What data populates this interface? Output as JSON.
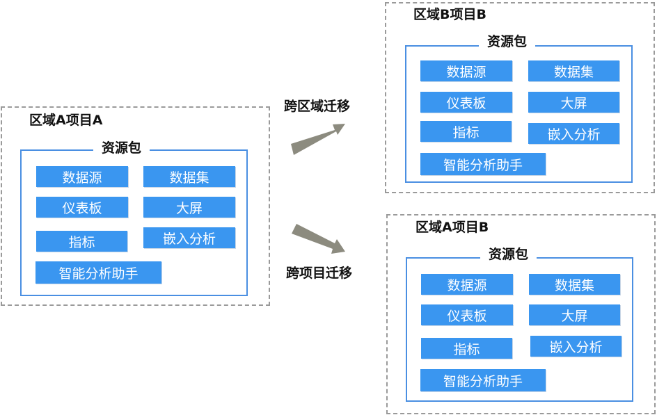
{
  "colors": {
    "tile_fill": "#3a96f0",
    "package_border": "#4a8fe2",
    "region_border": "#9a9a9a",
    "arrow": "#8c8b7f"
  },
  "source": {
    "title": "区域A项目A",
    "package": {
      "title": "资源包",
      "items": [
        "数据源",
        "数据集",
        "仪表板",
        "大屏",
        "指标",
        "嵌入分析",
        "智能分析助手"
      ]
    }
  },
  "migrations": {
    "cross_region": "跨区域迁移",
    "cross_project": "跨项目迁移"
  },
  "target_b": {
    "title": "区域B项目B",
    "package": {
      "title": "资源包",
      "items": [
        "数据源",
        "数据集",
        "仪表板",
        "大屏",
        "指标",
        "嵌入分析",
        "智能分析助手"
      ]
    }
  },
  "target_a": {
    "title": "区域A项目B",
    "package": {
      "title": "资源包",
      "items": [
        "数据源",
        "数据集",
        "仪表板",
        "大屏",
        "指标",
        "嵌入分析",
        "智能分析助手"
      ]
    }
  }
}
